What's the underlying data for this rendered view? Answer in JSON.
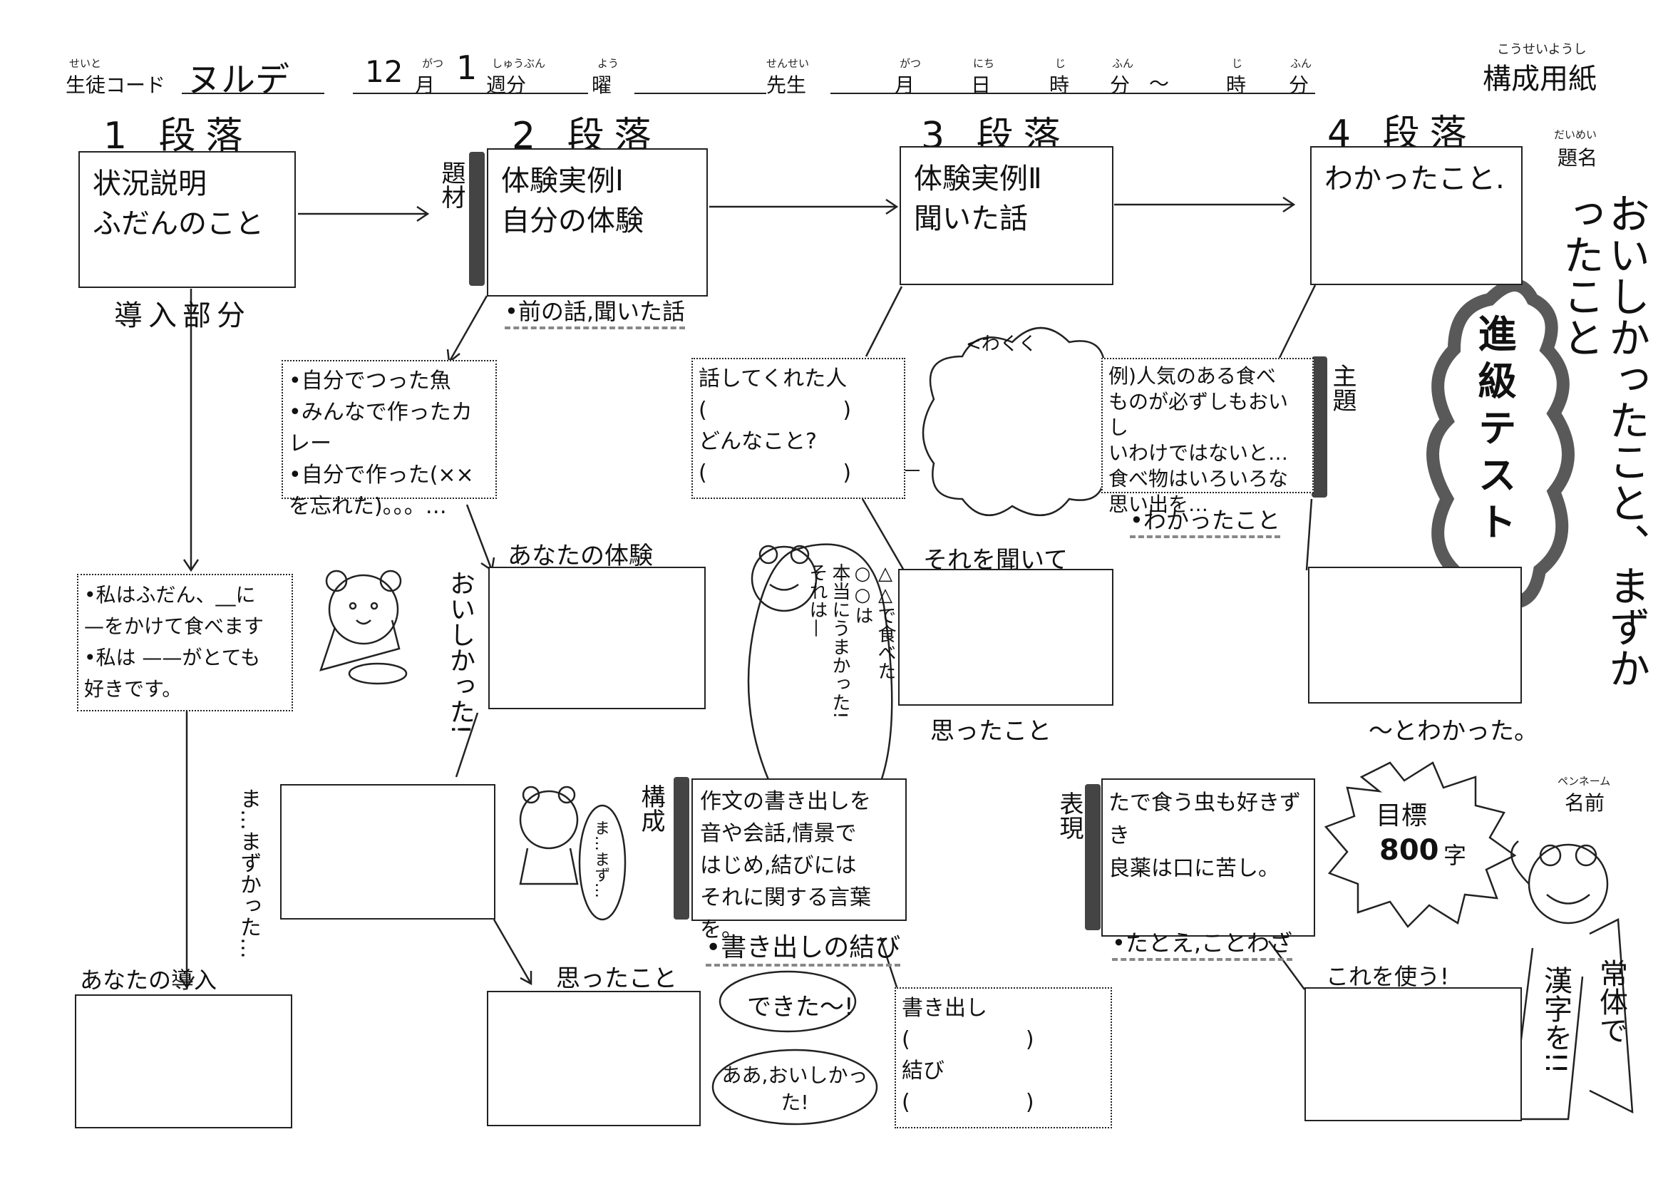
{
  "header": {
    "student_code_ruby": "せいと",
    "student_code_label": "生徒コード",
    "student_code_value": "ヌルデ",
    "month_value": "12",
    "month_ruby": "がつ",
    "month_label": "月",
    "week_value": "1",
    "week_ruby": "しゅうぶん",
    "week_label": "週分",
    "weekday_ruby": "よう",
    "weekday_label": "曜",
    "teacher_ruby": "せんせい",
    "teacher_label": "先生",
    "date_month_ruby": "がつ",
    "date_month_label": "月",
    "date_day_ruby": "にち",
    "date_day_label": "日",
    "time1_hour_ruby": "じ",
    "time1_hour_label": "時",
    "time1_min_ruby": "ふん",
    "time1_min_label": "分",
    "tilde": "～",
    "time2_hour_ruby": "じ",
    "time2_hour_label": "時",
    "time2_min_ruby": "ふん",
    "time2_min_label": "分",
    "sheet_title_ruby": "こうせいようし",
    "sheet_title": "構成用紙"
  },
  "paragraphs": {
    "p1": "1 段落",
    "p2": "2 段落",
    "p3": "3 段落",
    "p4": "4 段落"
  },
  "row1": {
    "box1_line1": "状況説明",
    "box1_line2": "ふだんのこと",
    "box2_line1": "体験実例Ⅰ",
    "box2_line2": "自分の体験",
    "box3_line1": "体験実例Ⅱ",
    "box3_line2": "聞いた話",
    "box4_line1": "わかったこと."
  },
  "tabs": {
    "topic": "題材",
    "theme": "主題",
    "structure": "構成",
    "expression": "表現"
  },
  "notes": {
    "intro_part": "導入部分",
    "prev_story": "•前の話,聞いた話",
    "understood": "•わかったこと",
    "opening_closing": "•書き出しの結び",
    "analogy": "•たとえ,ことわざ",
    "wakuwaku": "<わくく",
    "your_experience": "あなたの体験",
    "after_hearing": "それを聞いて",
    "thought1": "思ったこと",
    "understood_end": "～とわかった。",
    "thought2": "思ったこと",
    "your_intro": "あなたの導入",
    "use_this": "これを使う!"
  },
  "row2": {
    "list_item1": "•自分でつった魚",
    "list_item2": "•みんなで作ったカレー",
    "list_item3": "•自分で作った(××",
    "list_item3b": "を忘れた)。。。…",
    "told_by": "話してくれた人",
    "told_paren1": "(                    )",
    "what_kind": "どんなこと?",
    "told_paren2": "(                    )",
    "example_line1": "例)人気のある食べ",
    "example_line2": "ものが必ずしもおいし",
    "example_line3": "いわけではないと…",
    "example_line4": "食べ物はいろいろな",
    "example_line5": "思い出を…"
  },
  "row3": {
    "intro_line1": "•私はふだん、__に",
    "intro_line2": "—をかけて食べます",
    "intro_line3": "•私は ——がとても",
    "intro_line4": "好きです。"
  },
  "row4": {
    "structure_line1": "作文の書き出しを",
    "structure_line2": "音や会話,情景で",
    "structure_line3": "はじめ,結びには",
    "structure_line4": "それに関する言葉を。",
    "expression_line1": "たで食う虫も好きずき",
    "expression_line2": "良薬は口に苦し。"
  },
  "row5": {
    "opening": "書き出し",
    "paren1": "(                 )",
    "closing": "結び",
    "paren2": "(                 )"
  },
  "bubbles": {
    "bear_says": "おいしかった!",
    "frog_says_l1": "△△で食べた",
    "frog_says_l2": "○○は",
    "frog_says_l3": "本当にうまかった!",
    "frog_says_l4": "それは—",
    "ma_left": "ま…まずかった…",
    "ma_bubble": "ま…まず…",
    "dekita": "できた～!",
    "aa_l1": "ああ,おいしかっ",
    "aa_l2": "た!"
  },
  "title_section": {
    "title_ruby": "だいめい",
    "title_label": "題名",
    "title_value": "おいしかったこと、まずかったこと",
    "promo_blob": "進級テスト",
    "name_ruby": "ペンネーム",
    "name_label": "名前",
    "goal_l1": "目標",
    "goal_l2": "800",
    "goal_l3": "字",
    "reminder1": "常体で",
    "reminder2": "漢字を!!"
  }
}
